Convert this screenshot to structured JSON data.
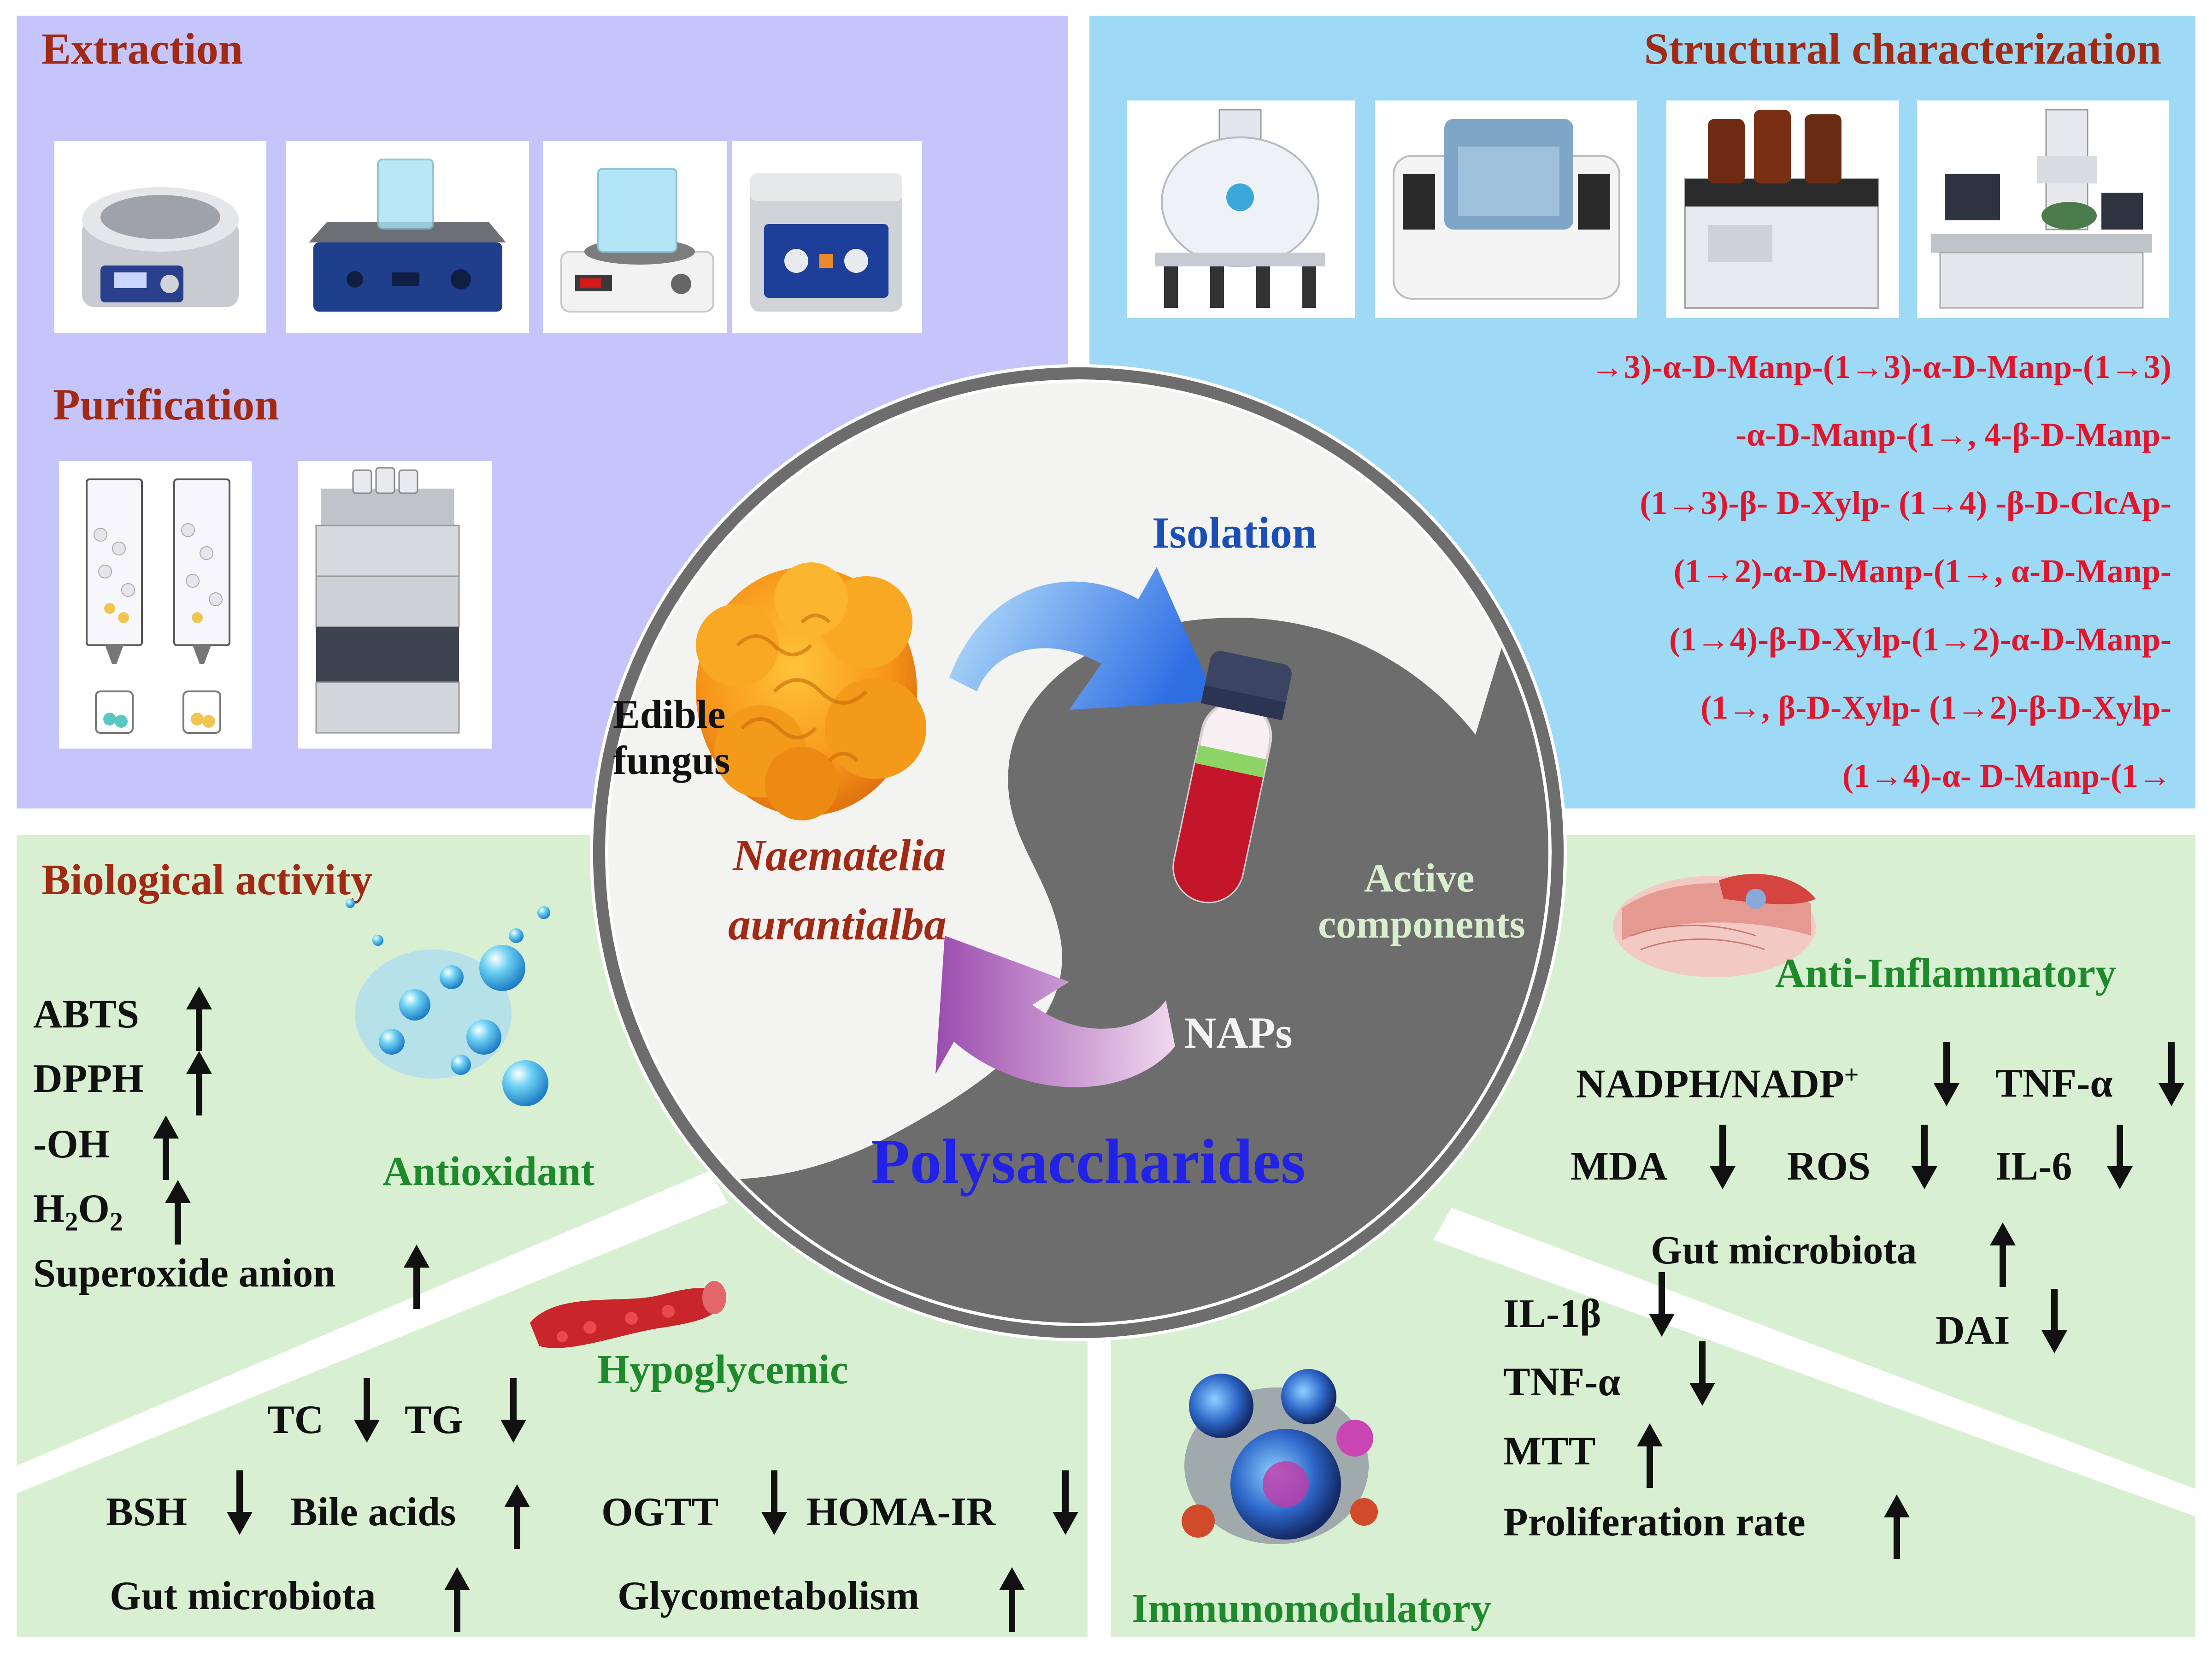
{
  "sections": {
    "extraction": {
      "title": "Extraction"
    },
    "purification": {
      "title": "Purification"
    },
    "structural": {
      "title": "Structural characterization",
      "sequence": [
        "→3)-α-D-Manp-(1→3)-α-D-Manp-(1→3)",
        "-α-D-Manp-(1→, 4-β-D-Manp-",
        "(1→3)-β- D-Xylp- (1→4) -β-D-ClcAp-",
        "(1→2)-α-D-Manp-(1→, α-D-Manp-",
        "(1→4)-β-D-Xylp-(1→2)-α-D-Manp-",
        "(1→, β-D-Xylp- (1→2)-β-D-Xylp-",
        "(1→4)-α- D-Manp-(1→"
      ]
    },
    "biological": {
      "title": "Biological activity"
    }
  },
  "center": {
    "isolation": "Isolation",
    "edible_line1": "Edible",
    "edible_line2": "fungus",
    "species_line1": "Naematelia",
    "species_line2": "aurantialba",
    "active_line1": "Active",
    "active_line2": "components",
    "naps": "NAPs",
    "polysaccharides": "Polysaccharides"
  },
  "antioxidant": {
    "label": "Antioxidant",
    "items": [
      {
        "text": "ABTS",
        "dir": "up"
      },
      {
        "text": "DPPH",
        "dir": "up"
      },
      {
        "text": "-OH",
        "dir": "up"
      },
      {
        "text": "H",
        "sub": "2",
        "text2": "O",
        "sub2": "2",
        "dir": "up"
      },
      {
        "text": "Superoxide anion",
        "dir": "up"
      }
    ]
  },
  "anti_inflammatory": {
    "label": "Anti-Inflammatory",
    "nadph": "NADPH/NADP",
    "nadph_sup": "+",
    "tnf": "TNF-α",
    "mda": "MDA",
    "ros": "ROS",
    "il6": "IL-6",
    "gut": "Gut microbiota",
    "dai": "DAI"
  },
  "hypoglycemic": {
    "label": "Hypoglycemic",
    "tc": "TC",
    "tg": "TG",
    "bsh": "BSH",
    "bile": "Bile acids",
    "ogtt": "OGTT",
    "homa": "HOMA-IR",
    "gut": "Gut microbiota",
    "glyco": "Glycometabolism"
  },
  "immunomodulatory": {
    "label": "Immunomodulatory",
    "il1b": "IL-1β",
    "tnf": "TNF-α",
    "mtt": "MTT",
    "prolif": "Proliferation rate"
  },
  "colors": {
    "extraction_bg": "#c5c5fb",
    "structural_bg": "#9ed9f6",
    "bio_bg": "#d8efd2",
    "title_red": "#a02a14",
    "sequence_red": "#e0162c",
    "label_green": "#1e8a2c",
    "isolation_blue": "#1b4fb4",
    "polysaccharides_blue": "#2222e6",
    "circle_dark": "#6d6d6d",
    "circle_light": "#f3f3f1"
  }
}
